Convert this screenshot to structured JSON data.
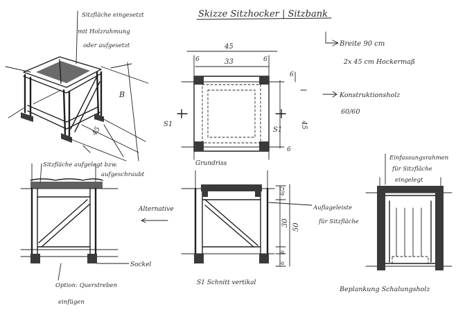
{
  "title": "Skizze Sitzhocker | Sitzbank",
  "notes": {
    "top_left": [
      "Sitzfläche eingesetzt",
      "mit Holzrahmung",
      "oder aufgesetzt"
    ],
    "iso_dims": [
      "B",
      "45"
    ],
    "mid_left": [
      "Sitzfläche aufgelegt bzw.",
      "aufgeschraubt"
    ],
    "alternative": "Alternative",
    "sockel": "Sockel",
    "bottom_left": [
      "Option: Querstreben",
      "einfügen"
    ],
    "plan_dims": [
      "45",
      "33",
      "6",
      "6",
      "6",
      "45",
      "6"
    ],
    "section_marks": [
      "S1",
      "S1"
    ],
    "grundriss": "Grundriss",
    "section_dims": [
      "6/2",
      "30",
      "50",
      "6",
      "6"
    ],
    "section_caption": "S1 Schnitt vertikal",
    "auflage": [
      "Auflageleiste",
      "für Sitzfläche"
    ],
    "right_top": [
      "Breite 90 cm",
      "2x 45 cm Hockermaß"
    ],
    "konstruktion": [
      "Konstruktionsholz",
      "60/60"
    ],
    "einfassung": [
      "Einfassungsrahmen",
      "für Sitzfläche",
      "eingelegt"
    ],
    "beplankung": "Beplankung Schalungsholz"
  }
}
